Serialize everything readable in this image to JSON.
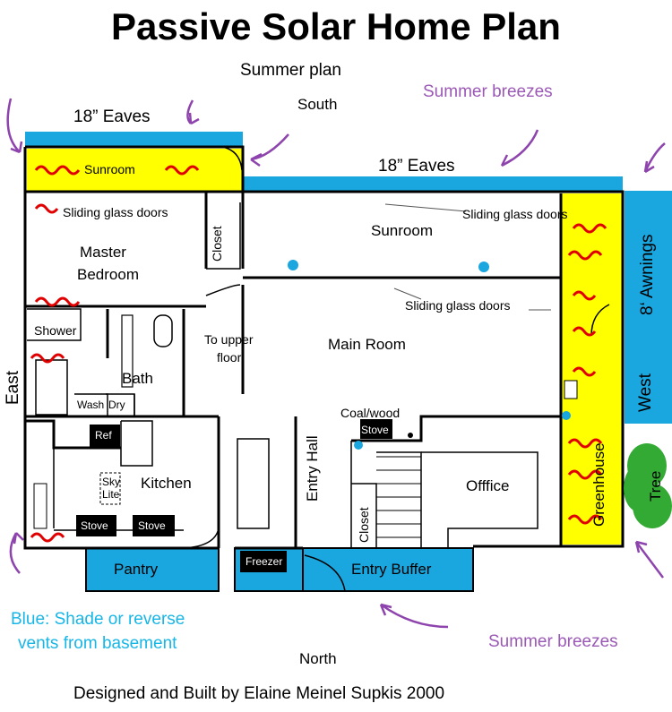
{
  "title": "Passive Solar Home Plan",
  "subtitle": "Summer plan",
  "compass": {
    "south": "South",
    "north": "North",
    "east": "East",
    "west": "West"
  },
  "eaves": {
    "left": "18” Eaves",
    "right": "18” Eaves"
  },
  "awnings": "8‘ Awnings",
  "breezes": {
    "top": "Summer breezes",
    "bottom": "Summer breezes"
  },
  "legend": {
    "line1": "Blue: Shade or reverse",
    "line2": "vents from basement"
  },
  "credit": "Designed and Built by Elaine Meinel Supkis 2000",
  "tree": "Tree",
  "rooms": {
    "sunroom_left": "Sunroom",
    "sunroom_main": "Sunroom",
    "sliding1": "Sliding glass doors",
    "sliding2": "Sliding glass doors",
    "sliding3": "Sliding glass doors",
    "closet1": "Closet",
    "master1": "Master",
    "master2": "Bedroom",
    "shower": "Shower",
    "bath": "Bath",
    "wash": "Wash",
    "dry": "Dry",
    "upper1": "To upper",
    "upper2": "floor",
    "main_room": "Main Room",
    "coal_wood": "Coal/wood",
    "stove_center": "Stove",
    "entry_hall": "Entry Hall",
    "closet2": "Closet",
    "office": "Offfice",
    "greenhouse": "Greenhouse",
    "kitchen": "Kitchen",
    "ref": "Ref",
    "sky": "Sky",
    "lite": "Lite",
    "stove_k1": "Stove",
    "stove_k2": "Stove",
    "pantry": "Pantry",
    "freezer": "Freezer",
    "entry_buffer": "Entry Buffer"
  },
  "colors": {
    "shade_blue": "#1aa7e0",
    "sun_yellow": "#ffff00",
    "heat_red": "#e00000",
    "breeze_purple": "#9b59b6",
    "legend_cyan": "#18b6e6",
    "tree_green": "#33aa33"
  }
}
